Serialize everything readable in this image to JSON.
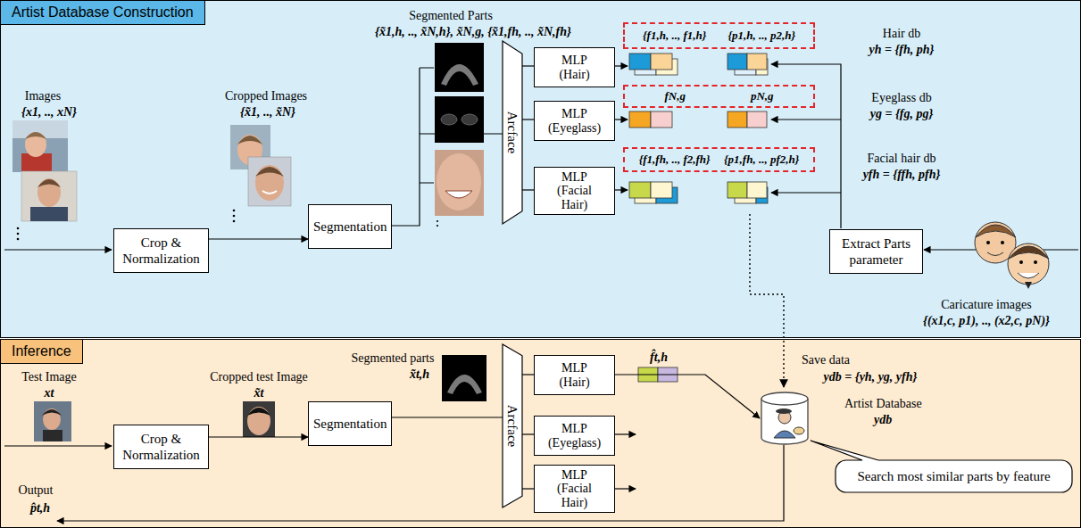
{
  "diagram": {
    "nodes": [
      {
        "text": [
          "Artist Database Construction"
        ]
      },
      {
        "text": [
          "Crop & Normalization"
        ],
        "in": 0
      },
      {
        "text": [
          "Segmentation"
        ],
        "in": 0
      },
      {
        "text": [
          "Arcface"
        ],
        "in": 0
      },
      {
        "text": [
          "MLP (Hair)"
        ],
        "in": 0
      },
      {
        "text": [
          "MLP (Eyeglass)"
        ],
        "in": 0
      },
      {
        "text": [
          "MLP (Facial Hair)"
        ],
        "in": 0
      },
      {
        "text": [
          "{f1,h, .., f1,h}",
          "{p1,h, .., p2,h}"
        ],
        "in": 0
      },
      {
        "text": [
          "fN,g",
          "pN,g"
        ],
        "in": 0
      },
      {
        "text": [
          "{f1,fh, .., f2,fh}",
          "{p1,fh, .., pf2,h}"
        ],
        "in": 0
      },
      {
        "text": [
          "Extract Parts parameter"
        ],
        "in": 0
      },
      {
        "text": [
          "Inference"
        ]
      },
      {
        "text": [
          "Crop & Normalization"
        ],
        "in": 11
      },
      {
        "text": [
          "Segmentation"
        ],
        "in": 11
      },
      {
        "text": [
          "Arcface"
        ],
        "in": 11
      },
      {
        "text": [
          "MLP (Hair)"
        ],
        "in": 11
      },
      {
        "text": [
          "MLP (Eyeglass)"
        ],
        "in": 11
      },
      {
        "text": [
          "MLP (Facial Hair)"
        ],
        "in": 11
      },
      {
        "text": [
          "Artist Database",
          "ydb"
        ],
        "in": 11
      },
      {
        "text": [
          "Search most similar parts by feature"
        ],
        "in": 11
      }
    ],
    "edges": [
      {
        "from": 1,
        "to": 2,
        "arrow": "to"
      },
      {
        "from": 2,
        "to": 3,
        "arrow": "none"
      },
      {
        "from": 3,
        "to": 4,
        "arrow": "none"
      },
      {
        "from": 3,
        "to": 5,
        "arrow": "none"
      },
      {
        "from": 3,
        "to": 6,
        "arrow": "none"
      },
      {
        "from": 12,
        "to": 13,
        "arrow": "to"
      },
      {
        "from": 13,
        "to": 14,
        "arrow": "none"
      },
      {
        "from": 14,
        "to": 15,
        "arrow": "none"
      },
      {
        "from": 14,
        "to": 16,
        "arrow": "none"
      },
      {
        "from": 14,
        "to": 17,
        "arrow": "none"
      },
      {
        "from": 15,
        "to": 18,
        "arrow": "to"
      }
    ],
    "labels": [
      "Images",
      "{x1, .., xN}",
      "Cropped Images",
      "{x̃1, .., x̃N}",
      "Segmented Parts",
      "{x̃1,h, .., x̃N,h}, x̃N,g, {x̃1,fh, .., x̃N,fh}",
      "Hair db",
      "yh = {fh, ph}",
      "Eyeglass db",
      "yg = {fg, pg}",
      "Facial hair db",
      "yfh = {ffh, pfh}",
      "Caricature images",
      "{(x1,c, p1), .., (x2,c, pN)}",
      "Test Image",
      "xt",
      "Cropped test Image",
      "x̃t",
      "Segmented parts",
      "x̃t,h",
      "f̂t,h",
      "Save data",
      "ydb = {yh, yg, yfh}",
      "Output",
      "p̂t,h"
    ]
  }
}
